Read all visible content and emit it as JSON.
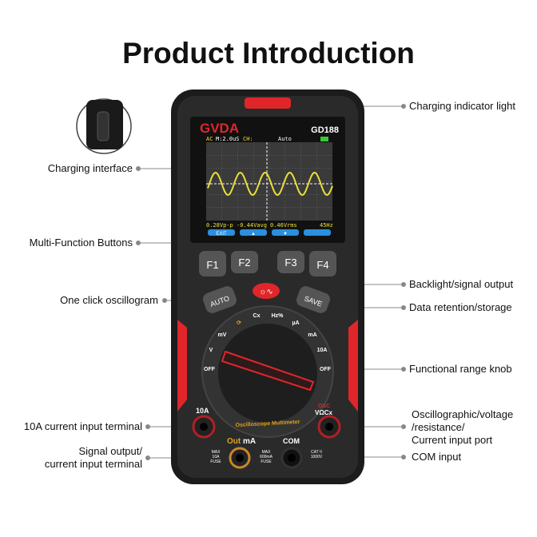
{
  "title": "Product Introduction",
  "callouts": {
    "charging_indicator": "Charging indicator light",
    "charging_interface": "Charging interface",
    "multi_function_buttons": "Multi-Function Buttons",
    "one_click_oscillogram": "One click oscillogram",
    "backlight": "Backlight/signal output",
    "data_retention": "Data retention/storage",
    "range_knob": "Functional range knob",
    "input_10a": "10A current input terminal",
    "osc_port": [
      "Oscillographic/voltage",
      "/resistance/",
      "Current input port"
    ],
    "signal_output": [
      "Signal output/",
      "current input terminal"
    ],
    "com_input": "COM input"
  },
  "device": {
    "brand": "GVDA",
    "model": "GD188",
    "screen": {
      "status": [
        "AC",
        "M:2.0uS",
        "CH:",
        "Auto"
      ],
      "readings": [
        "0.28Vp-p",
        "-0.44Vavg",
        "0.46Vrms",
        "45Hz"
      ],
      "softkeys": [
        "EXIT",
        "▲",
        "▼",
        ""
      ]
    },
    "buttons": [
      "F1",
      "F2",
      "F3",
      "F4",
      "AUTO",
      "SAVE"
    ],
    "dial": [
      "OFF",
      "V",
      "mV",
      "",
      "Cx",
      "Hz%",
      "µA",
      "mA",
      "10A",
      "OFF"
    ],
    "dial_caption": "Oscilloscope Multimeter",
    "terminals": {
      "t10a": "10A",
      "osc": "OSC",
      "vohm": "VΩCx",
      "out": "Out",
      "ma": "mA",
      "com": "COM",
      "fuse10": [
        "MAX",
        "10A",
        "FUSE"
      ],
      "fuse600": [
        "MAX",
        "600mA",
        "FUSE"
      ],
      "cat": [
        "CAT II",
        "1000V"
      ]
    }
  },
  "colors": {
    "accent": "#e0262b",
    "wave": "#e8e03a",
    "body": "#1e1e1e",
    "label_gold": "#e0a21c"
  }
}
